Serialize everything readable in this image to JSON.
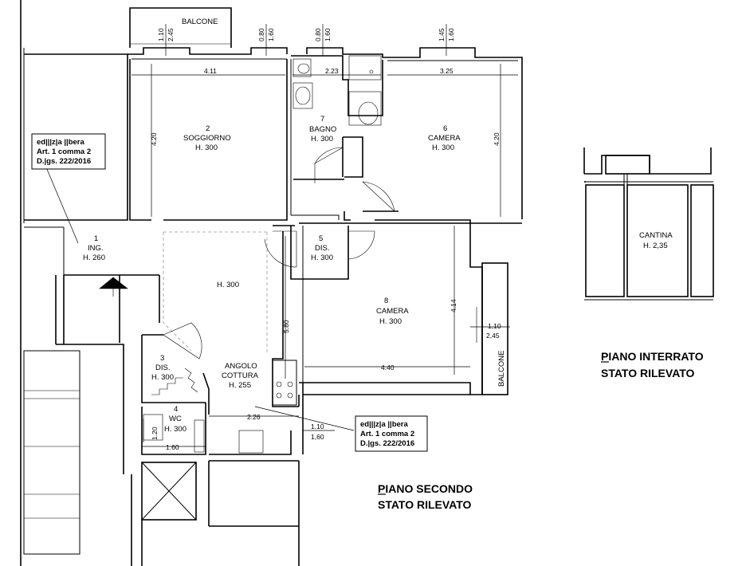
{
  "rooms": {
    "balcone_top": "BALCONE",
    "soggiorno": {
      "num": "2",
      "name": "SOGGIORNO",
      "height": "H. 300"
    },
    "bagno": {
      "num": "7",
      "name": "BAGNO",
      "height": "H. 300"
    },
    "camera6": {
      "num": "6",
      "name": "CAMERA",
      "height": "H. 300"
    },
    "ingresso": {
      "num": "1",
      "name": "ING.",
      "height": "H. 260"
    },
    "dis5": {
      "num": "5",
      "name": "DIS.",
      "height": "H. 300"
    },
    "central_height": "H. 300",
    "camera8": {
      "num": "8",
      "name": "CAMERA",
      "height": "H. 300"
    },
    "dis3": {
      "num": "3",
      "name": "DIS.",
      "height": "H. 300"
    },
    "cottura": {
      "line1": "ANGOLO",
      "line2": "COTTURA",
      "height": "H. 255"
    },
    "wc": {
      "num": "4",
      "name": "WC",
      "height": "H. 300"
    },
    "balcone_side": "BALCONE",
    "cantina": {
      "name": "CANTINA",
      "height": "H. 2,35"
    }
  },
  "dimensions": {
    "win1_a": "1.10",
    "win1_b": "2.45",
    "win2_a": "0.80",
    "win2_b": "1.60",
    "win3_a": "0.80",
    "win3_b": "1.60",
    "win4_a": "1.45",
    "win4_b": "1.60",
    "soggiorno_w": "4.11",
    "bagno_w": "2.23",
    "camera6_w": "3.25",
    "soggiorno_h": "4.20",
    "camera6_h": "4.20",
    "central_h": "5.80",
    "camera8_h": "4.14",
    "camera8_w": "4.40",
    "side_win_a": "1,10",
    "side_win_b": "2,45",
    "cottura_w": "2.26",
    "door_a": "1.10",
    "door_b": "1,60",
    "wc_w": "1.60",
    "wc_h": "1.20"
  },
  "notes": [
    {
      "line1": "ed|||z|a ||bera",
      "line2": "Art. 1 comma 2",
      "line3": "D.|gs. 222/2016"
    },
    {
      "line1": "ed|||z|a ||bera",
      "line2": "Art. 1 comma 2",
      "line3": "D.|gs. 222/2016"
    }
  ],
  "titles": {
    "piano_secondo_1": "PIANO SECONDO",
    "piano_secondo_2": "STATO RILEVATO",
    "piano_interrato_1": "PIANO INTERRATO",
    "piano_interrato_2": "STATO RILEVATO"
  }
}
